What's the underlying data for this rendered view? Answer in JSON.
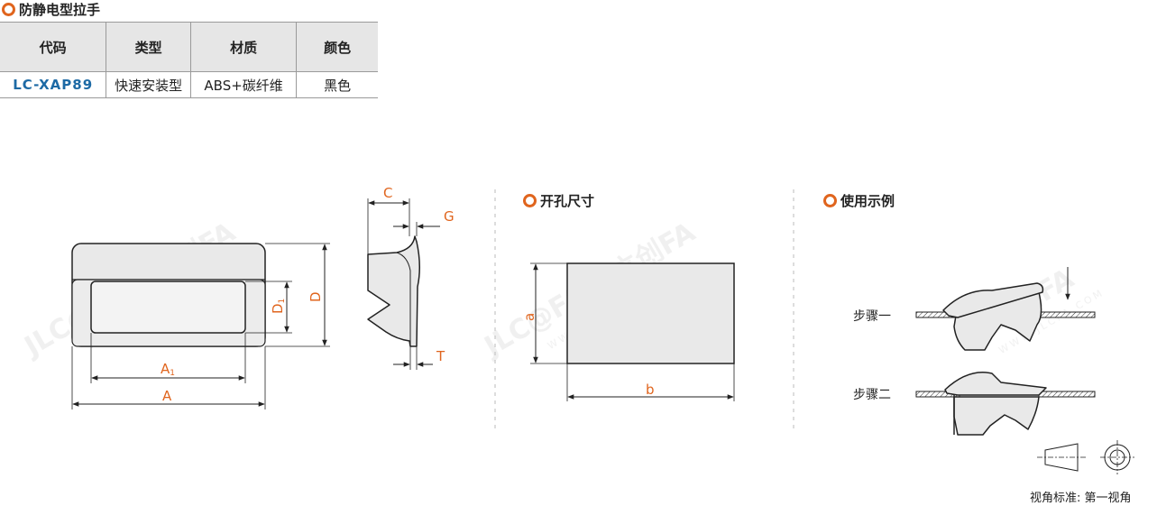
{
  "title": "防静电型拉手",
  "table": {
    "headers": [
      "代码",
      "类型",
      "材质",
      "颜色"
    ],
    "row": {
      "code": "LC-XAP89",
      "type": "快速安装型",
      "material": "ABS+碳纤维",
      "color": "黑色"
    }
  },
  "sections": {
    "cutout": "开孔尺寸",
    "usage": "使用示例"
  },
  "dimensions": {
    "A": "A",
    "A1_main": "A",
    "A1_sub": "1",
    "D": "D",
    "D1_main": "D",
    "D1_sub": "1",
    "C": "C",
    "G": "G",
    "T": "T",
    "a": "a",
    "b": "b"
  },
  "steps": {
    "step1": "步骤一",
    "step2": "步骤二"
  },
  "projection": "视角标准: 第一视角",
  "watermark": {
    "brand": "JLC@FA 嘉立创FA",
    "site": "WWW.JLCFA.COM"
  },
  "colors": {
    "accent": "#e0651e",
    "code_blue": "#1d6aa5",
    "header_gray": "#e6e6e6"
  }
}
